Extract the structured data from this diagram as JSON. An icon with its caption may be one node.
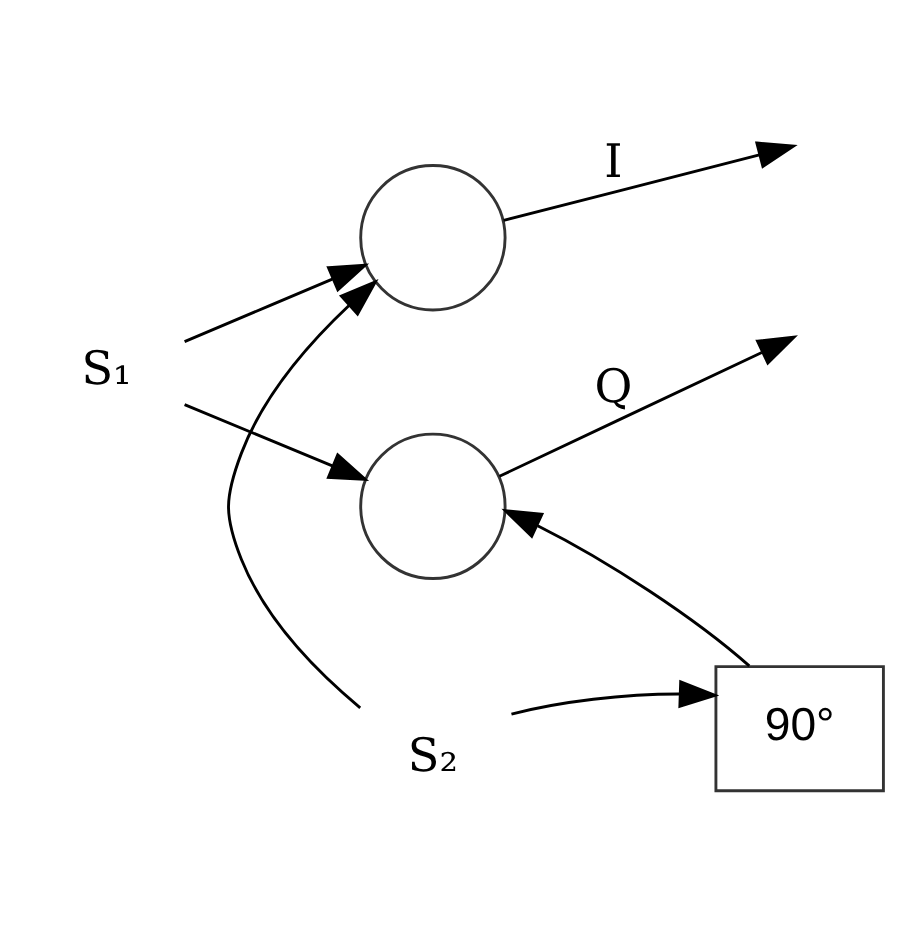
{
  "diagram": {
    "nodes": [
      {
        "text": [],
        "shape": "circle"
      },
      {
        "text": [
          "S₂"
        ]
      },
      {
        "text": [
          "S₁"
        ]
      },
      {
        "text": [
          "90°"
        ]
      },
      {
        "text": [],
        "shape": "circle"
      }
    ],
    "edges": [
      {
        "from": 2,
        "to": 0,
        "arrow": "to"
      },
      {
        "from": 2,
        "to": 4,
        "arrow": "to"
      },
      {
        "from": 1,
        "to": 0,
        "arrow": "to"
      },
      {
        "from": 1,
        "to": 3,
        "arrow": "to"
      },
      {
        "from": 3,
        "to": 4,
        "arrow": "to"
      },
      {
        "from": 0,
        "to": null,
        "arrow": "to",
        "label": "I"
      },
      {
        "from": 4,
        "to": null,
        "arrow": "to",
        "label": "Q"
      }
    ]
  }
}
